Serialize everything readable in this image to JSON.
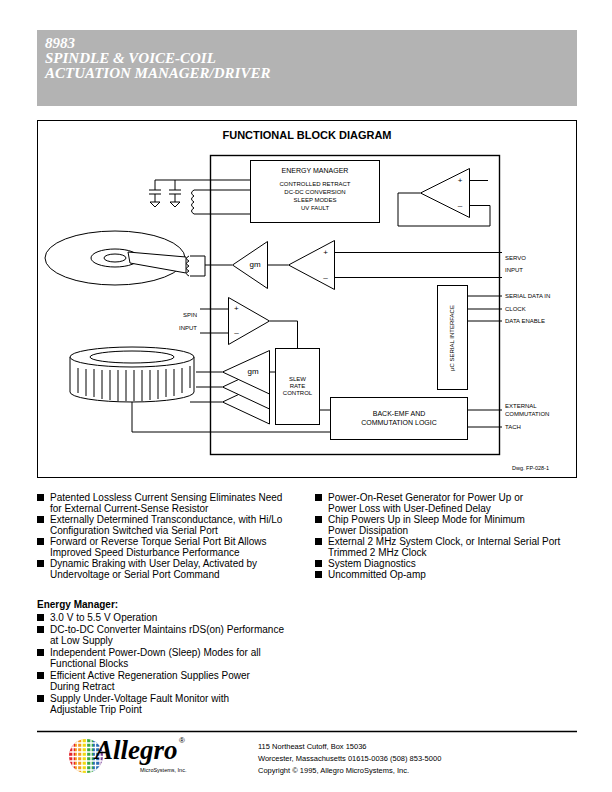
{
  "diagram": {
    "title": "FUNCTIONAL BLOCK DIAGRAM",
    "nodes": [
      {
        "text": [
          "ENERGY MANAGER",
          "CONTROLLED RETRACT",
          "DC-DC CONVERSION",
          "SLEEP MODES",
          "UV FAULT"
        ]
      },
      {
        "text": [
          "+",
          "–"
        ]
      },
      {
        "text": [
          "+",
          "–"
        ]
      },
      {
        "text": [
          "gm"
        ]
      },
      {
        "text": [
          "+",
          "–"
        ]
      },
      {
        "text": [
          "gm"
        ]
      },
      {
        "text": [
          "SLEW RATE CONTROL"
        ]
      },
      {
        "text": [
          "µC SERIAL INTERFACE"
        ]
      },
      {
        "text": [
          "BACK-EMF AND COMMUTATION LOGIC"
        ]
      }
    ],
    "edges": [
      {
        "from": 2,
        "to": 3,
        "arrow": "none"
      },
      {
        "from": 4,
        "to": 6,
        "arrow": "none"
      },
      {
        "from": 6,
        "to": 5,
        "arrow": "none"
      },
      {
        "from": 8,
        "to": 6,
        "arrow": "none"
      }
    ],
    "labels": [
      "8983",
      "SPINDLE & VOICE-COIL ACTUATION MANAGER/DRIVER",
      "SERVO INPUT",
      "SERIAL DATA IN",
      "CLOCK",
      "DATA ENABLE",
      "SPIN INPUT",
      "EXTERNAL COMMUTATION",
      "TACH",
      "Dwg. FP-028-1",
      "Patented Lossless Current Sensing Eliminates Need for External Current-Sense Resistor",
      "Externally Determined Transconductance, with Hi/Lo Configuration Switched via Serial Port",
      "Forward or Reverse Torque Serial Port Bit Allows Improved Speed Disturbance Performance",
      "Dynamic Braking with User Delay, Activated by Undervoltage or Serial Port Command",
      "Energy Manager:",
      "3.0 V to 5.5 V Operation",
      "DC-to-DC Converter Maintains rDS(on) Performance at Low Supply",
      "Independent Power-Down (Sleep) Modes for all Functional Blocks",
      "Efficient Active Regeneration Supplies Power During Retract",
      "Supply Under-Voltage Fault Monitor with Adjustable Trip Point",
      "Power-On-Reset Generator for Power Up or Power Loss with User-Defined Delay",
      "Chip Powers Up in Sleep Mode for Minimum Power Dissipation",
      "External 2 MHz System Clock, or Internal Serial Port Trimmed 2 MHz Clock",
      "System Diagnostics",
      "Uncommitted Op-amp",
      "Allegro",
      "®",
      "MicroSystems, Inc.",
      "115 Northeast Cutoff, Box 15036",
      "Worcester, Massachusetts 01615-0036 (508) 853-5000",
      "Copyright © 1995, Allegro MicroSystems, Inc."
    ]
  }
}
